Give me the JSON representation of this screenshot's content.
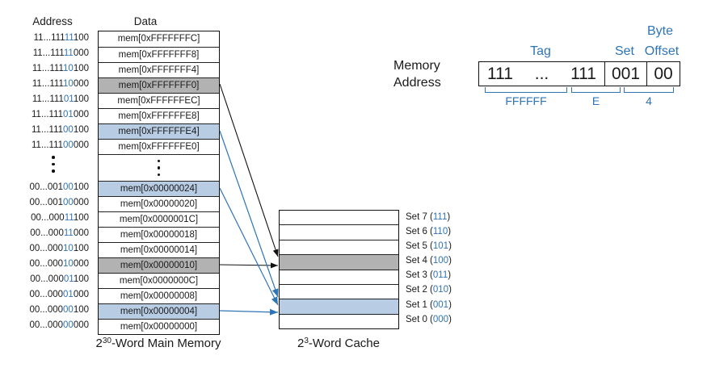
{
  "palette": {
    "blue": "#2F74B5",
    "light_blue": "#B8CCE4",
    "gray": "#B2B2B2"
  },
  "headers": {
    "address": "Address",
    "data": "Data"
  },
  "main_memory": {
    "caption_base": "2",
    "caption_exp": "30",
    "caption_rest": "-Word Main Memory",
    "rows_top": [
      {
        "addr_pre": "11...111",
        "addr_set": "11",
        "addr_post": "100",
        "data": "mem[0xFFFFFFFC]",
        "hl": ""
      },
      {
        "addr_pre": "11...111",
        "addr_set": "11",
        "addr_post": "000",
        "data": "mem[0xFFFFFFF8]",
        "hl": ""
      },
      {
        "addr_pre": "11...111",
        "addr_set": "10",
        "addr_post": "100",
        "data": "mem[0xFFFFFFF4]",
        "hl": ""
      },
      {
        "addr_pre": "11...111",
        "addr_set": "10",
        "addr_post": "000",
        "data": "mem[0xFFFFFFF0]",
        "hl": "gray"
      },
      {
        "addr_pre": "11...111",
        "addr_set": "01",
        "addr_post": "100",
        "data": "mem[0xFFFFFFEC]",
        "hl": ""
      },
      {
        "addr_pre": "11...111",
        "addr_set": "01",
        "addr_post": "000",
        "data": "mem[0xFFFFFFE8]",
        "hl": ""
      },
      {
        "addr_pre": "11...111",
        "addr_set": "00",
        "addr_post": "100",
        "data": "mem[0xFFFFFFE4]",
        "hl": "blue"
      },
      {
        "addr_pre": "11...111",
        "addr_set": "00",
        "addr_post": "000",
        "data": "mem[0xFFFFFFE0]",
        "hl": ""
      }
    ],
    "rows_bottom": [
      {
        "addr_pre": "00...001",
        "addr_set": "00",
        "addr_post": "100",
        "data": "mem[0x00000024]",
        "hl": "blue"
      },
      {
        "addr_pre": "00...001",
        "addr_set": "00",
        "addr_post": "000",
        "data": "mem[0x00000020]",
        "hl": ""
      },
      {
        "addr_pre": "00...000",
        "addr_set": "11",
        "addr_post": "100",
        "data": "mem[0x0000001C]",
        "hl": ""
      },
      {
        "addr_pre": "00...000",
        "addr_set": "11",
        "addr_post": "000",
        "data": "mem[0x00000018]",
        "hl": ""
      },
      {
        "addr_pre": "00...000",
        "addr_set": "10",
        "addr_post": "100",
        "data": "mem[0x00000014]",
        "hl": ""
      },
      {
        "addr_pre": "00...000",
        "addr_set": "10",
        "addr_post": "000",
        "data": "mem[0x00000010]",
        "hl": "gray"
      },
      {
        "addr_pre": "00...000",
        "addr_set": "01",
        "addr_post": "100",
        "data": "mem[0x0000000C]",
        "hl": ""
      },
      {
        "addr_pre": "00...000",
        "addr_set": "01",
        "addr_post": "000",
        "data": "mem[0x00000008]",
        "hl": ""
      },
      {
        "addr_pre": "00...000",
        "addr_set": "00",
        "addr_post": "100",
        "data": "mem[0x00000004]",
        "hl": "blue"
      },
      {
        "addr_pre": "00...000",
        "addr_set": "00",
        "addr_post": "000",
        "data": "mem[0x00000000]",
        "hl": ""
      }
    ]
  },
  "cache": {
    "caption_base": "2",
    "caption_exp": "3",
    "caption_rest": "-Word Cache",
    "sets": [
      {
        "pre": "Set 7 (",
        "bits": "111",
        "post": ")",
        "hl": ""
      },
      {
        "pre": "Set 6 (",
        "bits": "110",
        "post": ")",
        "hl": ""
      },
      {
        "pre": "Set 5 (",
        "bits": "101",
        "post": ")",
        "hl": ""
      },
      {
        "pre": "Set 4 (",
        "bits": "100",
        "post": ")",
        "hl": "gray"
      },
      {
        "pre": "Set 3 (",
        "bits": "011",
        "post": ")",
        "hl": ""
      },
      {
        "pre": "Set 2 (",
        "bits": "010",
        "post": ")",
        "hl": ""
      },
      {
        "pre": "Set 1 (",
        "bits": "001",
        "post": ")",
        "hl": "blue"
      },
      {
        "pre": "Set 0 (",
        "bits": "000",
        "post": ")",
        "hl": ""
      }
    ]
  },
  "address_breakdown": {
    "label_line1": "Memory",
    "label_line2": "Address",
    "byte_label": "Byte",
    "tag_label": "Tag",
    "set_label": "Set",
    "offset_label": "Offset",
    "tag_left": "111",
    "tag_dots": "...",
    "tag_right": "111",
    "set_value": "001",
    "offset_value": "00",
    "hex_tag": "FFFFFF",
    "hex_mid": "E",
    "hex_low": "4"
  },
  "mappings": [
    {
      "from": "mem[0xFFFFFFF0]",
      "to": "Set 4",
      "color": "black"
    },
    {
      "from": "mem[0x00000010]",
      "to": "Set 4",
      "color": "black"
    },
    {
      "from": "mem[0xFFFFFFE4]",
      "to": "Set 1",
      "color": "blue"
    },
    {
      "from": "mem[0x00000024]",
      "to": "Set 1",
      "color": "blue"
    },
    {
      "from": "mem[0x00000004]",
      "to": "Set 1",
      "color": "blue"
    }
  ]
}
